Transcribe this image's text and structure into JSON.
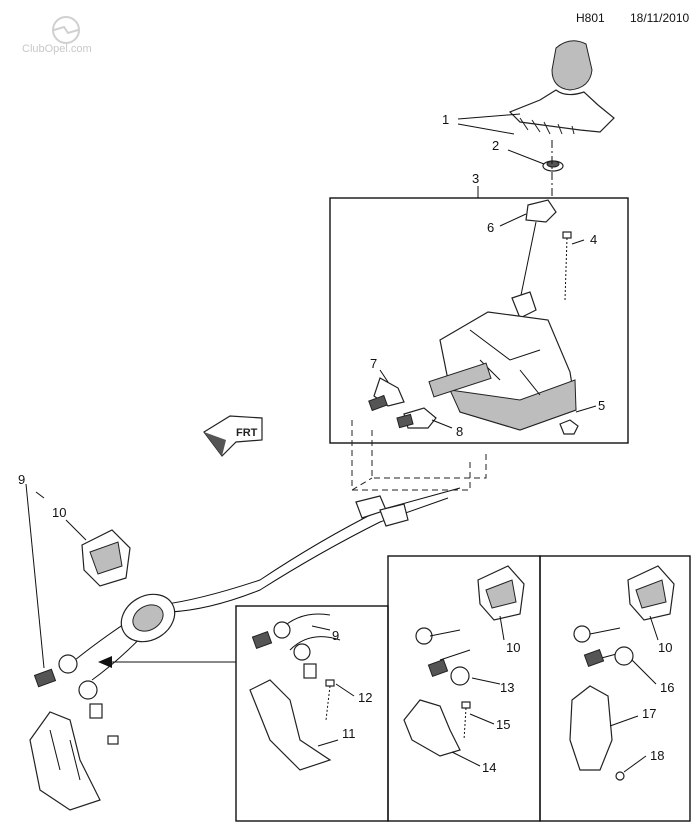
{
  "header": {
    "diagram_code": "H801",
    "date": "18/11/2010",
    "watermark": "ClubOpel.com"
  },
  "direction_marker": {
    "label": "FRT"
  },
  "callouts": [
    "1",
    "2",
    "3",
    "4",
    "5",
    "6",
    "7",
    "8",
    "9",
    "10",
    "11",
    "12",
    "13",
    "14",
    "15",
    "16",
    "17",
    "18"
  ],
  "inset_callouts": {
    "inset_a": [
      "9",
      "12",
      "11"
    ],
    "inset_b": [
      "10",
      "13",
      "15",
      "14"
    ],
    "inset_c": [
      "10",
      "16",
      "17",
      "18"
    ]
  },
  "main_callouts": [
    "9",
    "10"
  ]
}
